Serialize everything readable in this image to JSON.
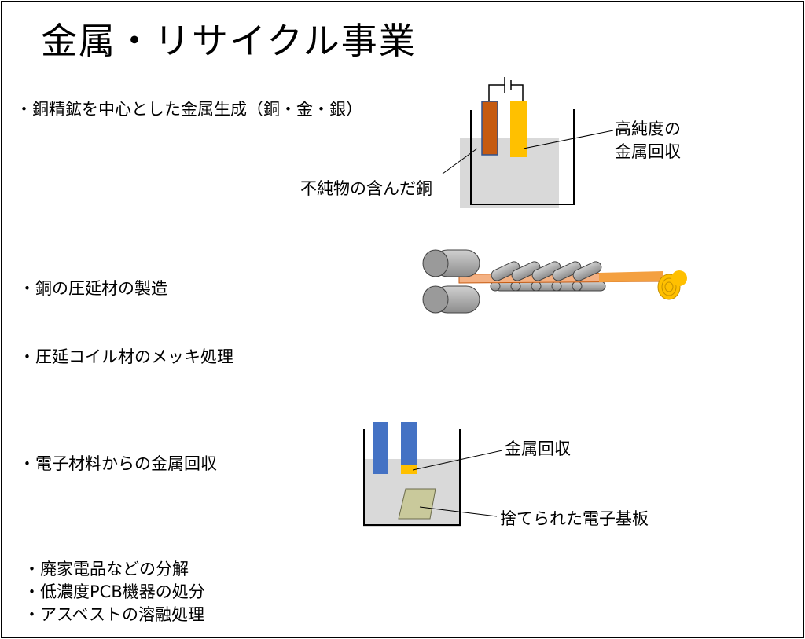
{
  "title": "金属・リサイクル事業",
  "items": {
    "copper_refining": "・銅精鉱を中心とした金属生成（銅・金・銀）",
    "copper_rolling": "・銅の圧延材の製造",
    "coil_plating": "・圧延コイル材のメッキ処理",
    "electronic_recovery": "・電子材料からの金属回収",
    "appliance_dismantling": "・廃家電品などの分解",
    "pcb_disposal": "・低濃度PCB機器の処分",
    "asbestos_melting": "・アスベストの溶融処理"
  },
  "electrolysis": {
    "label_pure_line1": "高純度の",
    "label_pure_line2": "金属回収",
    "label_impure": "不純物の含んだ銅"
  },
  "recovery": {
    "label_metal": "金属回収",
    "label_board": "捨てられた電子基板"
  },
  "colors": {
    "copper": "#c55a11",
    "gold": "#ffc000",
    "blue": "#4472c4",
    "solution": "#d9d9d9",
    "roller": "#a6a6a6",
    "strip": "#f4b183",
    "board": "#c9c99b"
  }
}
